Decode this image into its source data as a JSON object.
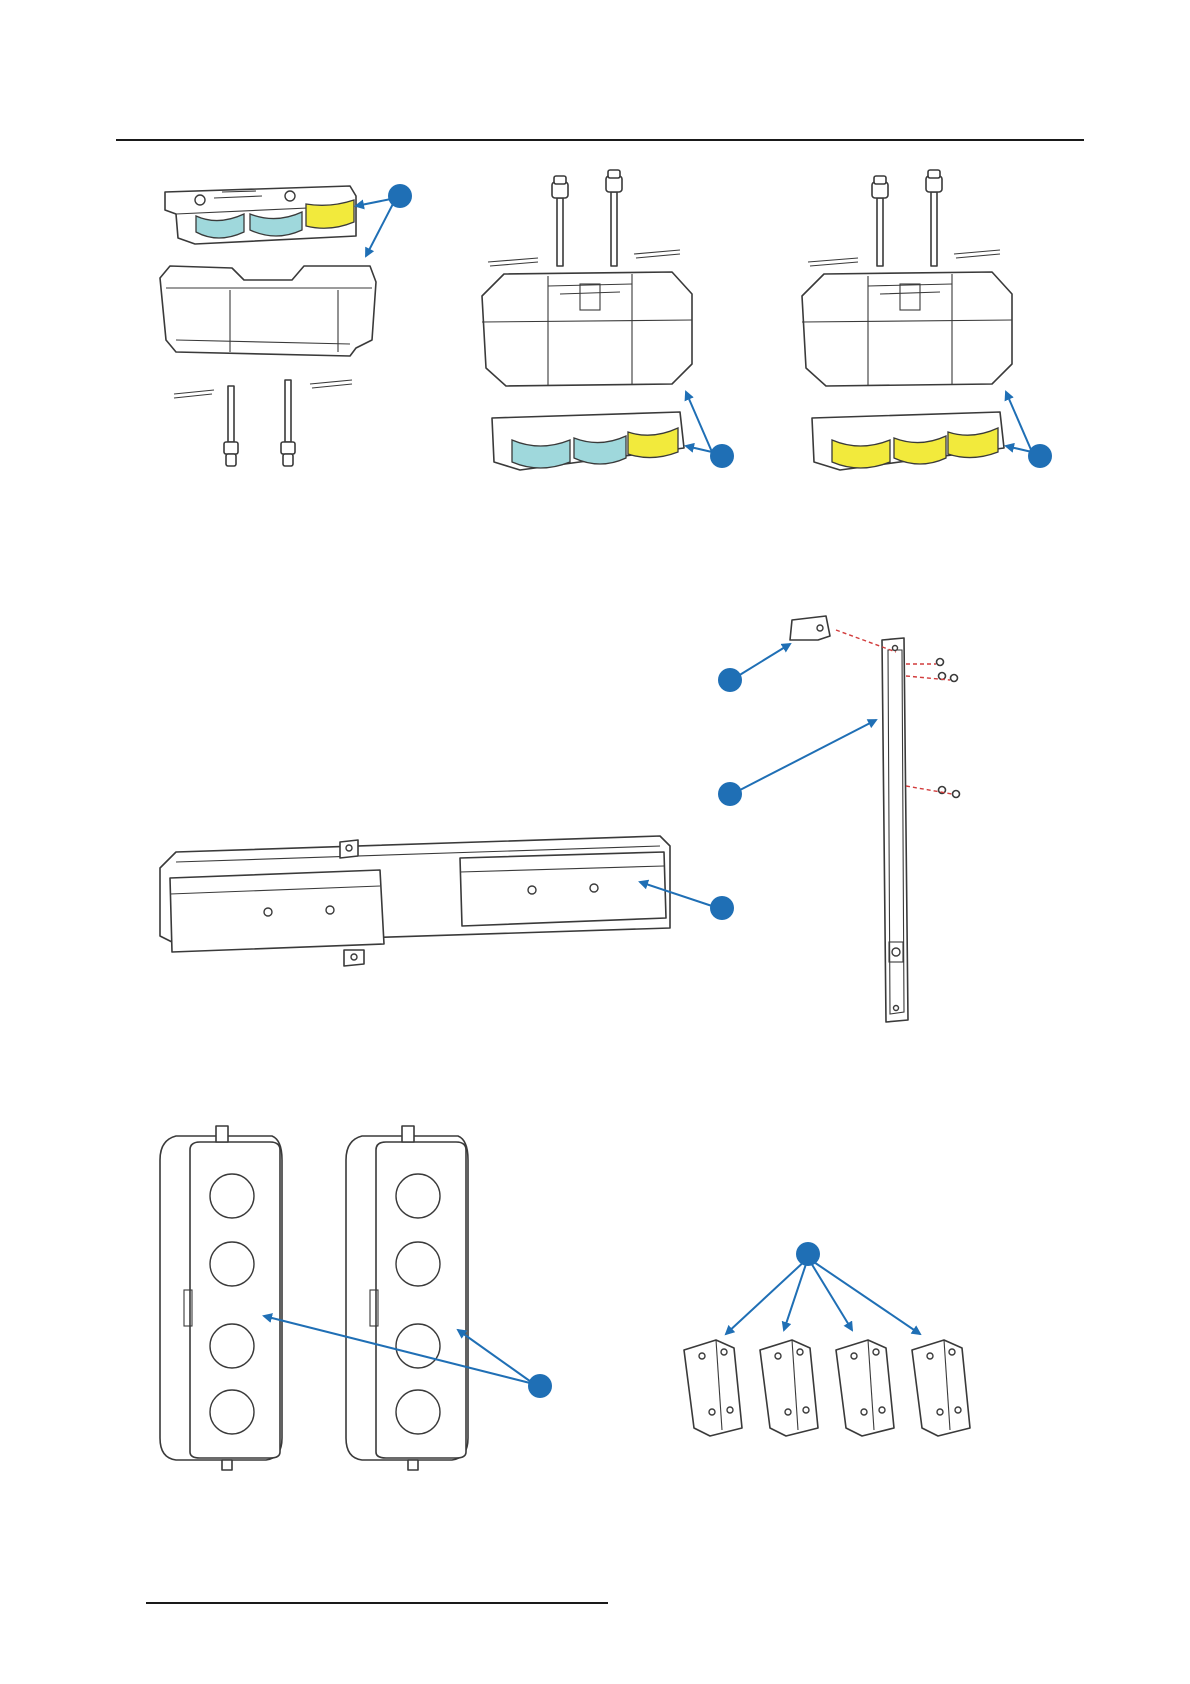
{
  "page": {
    "title": "",
    "footer": ""
  },
  "colors": {
    "callout": "#1f6fb5",
    "highlight_cyan": "#9fd8dc",
    "highlight_yellow": "#f2ea3c",
    "alignment_line": "#d23c3c"
  },
  "figures": [
    {
      "name": "clamp-assembly-1",
      "highlight": [
        "cyan",
        "cyan",
        "yellow"
      ]
    },
    {
      "name": "clamp-assembly-2",
      "highlight": [
        "cyan",
        "cyan",
        "yellow"
      ]
    },
    {
      "name": "clamp-assembly-3",
      "highlight": [
        "yellow",
        "yellow",
        "yellow"
      ]
    },
    {
      "name": "frame-assembly"
    },
    {
      "name": "end-caps"
    },
    {
      "name": "brackets"
    }
  ]
}
